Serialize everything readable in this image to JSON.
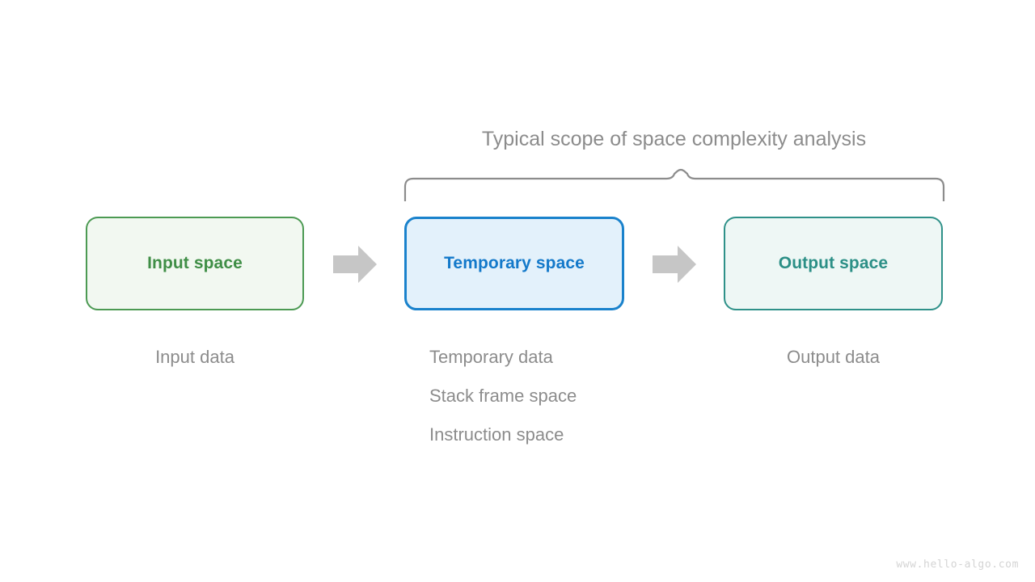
{
  "diagram": {
    "scope_caption": "Typical scope of space complexity analysis",
    "watermark": "www.hello-algo.com",
    "colors": {
      "background": "#ffffff",
      "input_border": "#4c9a53",
      "input_fill": "#f2f8f1",
      "input_text": "#3f8e46",
      "temporary_border": "#1a82cc",
      "temporary_fill": "#e3f1fb",
      "temporary_text": "#1379ca",
      "output_border": "#2f9189",
      "output_fill": "#eef7f5",
      "output_text": "#2b8f86",
      "arrow": "#c6c6c6",
      "brace": "#8c8c8c",
      "caption_text": "#8c8c8c",
      "watermark_text": "#d4d4d4"
    },
    "nodes": [
      {
        "id": "input",
        "label": "Input space"
      },
      {
        "id": "temporary",
        "label": "Temporary space"
      },
      {
        "id": "output",
        "label": "Output space"
      }
    ],
    "arrows": [
      {
        "id": "input-to-temporary",
        "icon": "right-arrow-icon"
      },
      {
        "id": "temporary-to-output",
        "icon": "right-arrow-icon"
      }
    ],
    "captions": {
      "input": [
        "Input data"
      ],
      "temporary": [
        "Temporary data",
        "Stack frame space",
        "Instruction space"
      ],
      "output": [
        "Output data"
      ]
    }
  }
}
